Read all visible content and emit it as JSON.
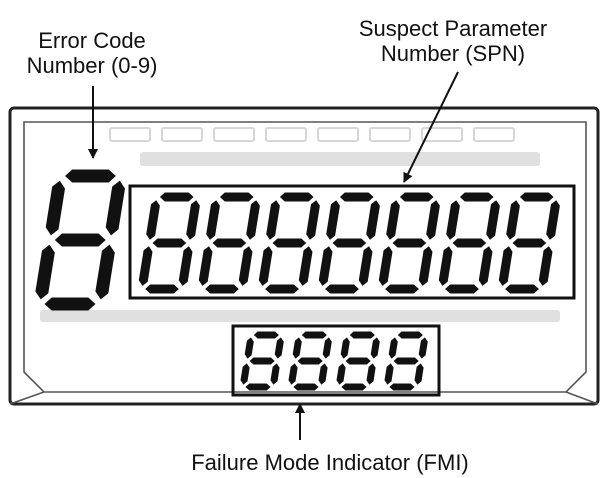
{
  "labels": {
    "error_code": [
      "Error Code",
      "Number (0-9)"
    ],
    "spn": [
      "Suspect Parameter",
      "Number (SPN)"
    ],
    "fmi": "Failure Mode Indicator (FMI)"
  },
  "display": {
    "error_code_digits": 1,
    "spn_digits": 7,
    "fmi_digits": 4,
    "segment_color": "#111111",
    "ghost_color": "#d9d9d9",
    "frame_color": "#222222"
  }
}
